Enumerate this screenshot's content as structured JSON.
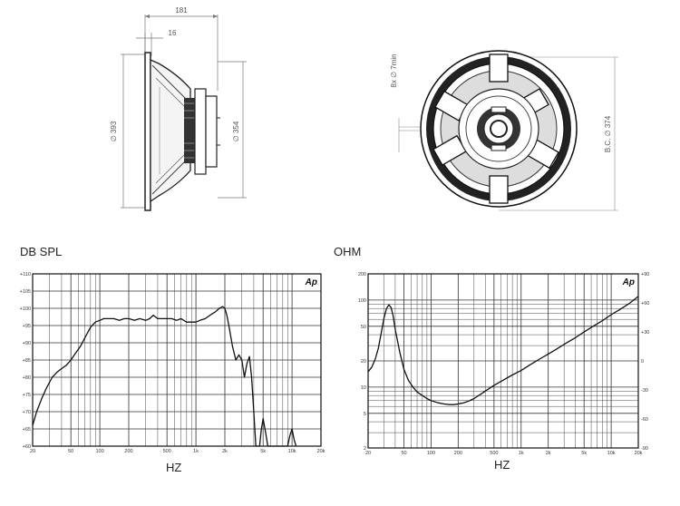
{
  "drawings": {
    "side": {
      "dim_depth": "181",
      "dim_flange": "16",
      "dim_outer_dia": "∅ 393",
      "dim_cutout_dia": "∅ 354"
    },
    "front": {
      "dim_holes": "8x ∅ 7min",
      "dim_bolt_circle": "B.C. ∅ 374"
    }
  },
  "spl": {
    "title": "DB SPL",
    "xlabel": "HZ",
    "logo": "Ap",
    "x_ticks": [
      "20",
      "50",
      "100",
      "200",
      "500",
      "1k",
      "2k",
      "5k",
      "10k",
      "20k"
    ],
    "y_ticks": [
      "+110",
      "+105",
      "+100",
      "+95",
      "+90",
      "+85",
      "+80",
      "+75",
      "+70",
      "+65",
      "+60"
    ]
  },
  "ohm": {
    "title": "OHM",
    "xlabel": "HZ",
    "logo": "Ap",
    "x_ticks": [
      "20",
      "50",
      "100",
      "200",
      "500",
      "1k",
      "2k",
      "5k",
      "10k",
      "20k"
    ],
    "y_left_ticks": [
      "200",
      "100",
      "50",
      "20",
      "10",
      "5",
      "2"
    ],
    "y_right_ticks": [
      "+90",
      "+60",
      "+30",
      "0",
      "-30",
      "-60",
      "-90"
    ]
  },
  "chart_data": [
    {
      "type": "line",
      "title": "DB SPL",
      "xlabel": "HZ",
      "ylabel": "",
      "x_scale": "log",
      "xlim": [
        20,
        20000
      ],
      "ylim": [
        60,
        110
      ],
      "grid": true,
      "series": [
        {
          "x": [
            20,
            22,
            25,
            28,
            32,
            36,
            40,
            45,
            50,
            56,
            63,
            70,
            80,
            90,
            100,
            110,
            125,
            140,
            160,
            180,
            200,
            230,
            260,
            300,
            330,
            360,
            400,
            450,
            500,
            560,
            630,
            700,
            800,
            900,
            1000,
            1100,
            1250,
            1400,
            1600,
            1750,
            1900,
            2000,
            2100,
            2200,
            2400,
            2600,
            2800,
            3000,
            3200,
            3400,
            3600,
            3800,
            4000,
            4200,
            4400,
            4600,
            4800,
            5000,
            5300,
            5600,
            6000,
            6500,
            7000,
            7500,
            8000,
            8500,
            9000,
            9500,
            10000,
            10500,
            11000
          ],
          "y": [
            66,
            70,
            74,
            77,
            80,
            81.5,
            82.5,
            83.5,
            85,
            87,
            89,
            91.5,
            94.5,
            96,
            96.5,
            97,
            97,
            97,
            96.5,
            97,
            97,
            96.5,
            97,
            96.5,
            97,
            98,
            97,
            97,
            97,
            97,
            96.5,
            97,
            96,
            96,
            96,
            96.5,
            97,
            98,
            99,
            100,
            100.5,
            100,
            98,
            95,
            89,
            85,
            86.5,
            85,
            80,
            84,
            86,
            80,
            70,
            60,
            60,
            60,
            65,
            68,
            64,
            60,
            60,
            60,
            60,
            60,
            60,
            60,
            60,
            63,
            65,
            62,
            60
          ]
        }
      ]
    },
    {
      "type": "line",
      "title": "OHM",
      "xlabel": "HZ",
      "ylabel": "",
      "x_scale": "log",
      "y_scale": "log",
      "xlim": [
        20,
        20000
      ],
      "ylim": [
        2,
        200
      ],
      "grid": true,
      "series": [
        {
          "x": [
            20,
            22,
            24,
            26,
            28,
            30,
            32,
            34,
            36,
            38,
            40,
            45,
            50,
            56,
            63,
            70,
            80,
            90,
            100,
            120,
            140,
            160,
            180,
            200,
            230,
            260,
            300,
            350,
            400,
            500,
            630,
            800,
            1000,
            1250,
            1600,
            2000,
            2500,
            3150,
            4000,
            5000,
            6300,
            8000,
            10000,
            12500,
            16000,
            20000
          ],
          "y": [
            15,
            17,
            21,
            28,
            42,
            62,
            80,
            88,
            82,
            65,
            46,
            25,
            16,
            12,
            10,
            8.8,
            8,
            7.4,
            7,
            6.6,
            6.4,
            6.3,
            6.3,
            6.4,
            6.6,
            6.9,
            7.4,
            8.2,
            9,
            10.5,
            12,
            13.8,
            15.5,
            18,
            21,
            24,
            27.5,
            32,
            37,
            43,
            50,
            58,
            68,
            78,
            92,
            110
          ]
        }
      ]
    }
  ]
}
